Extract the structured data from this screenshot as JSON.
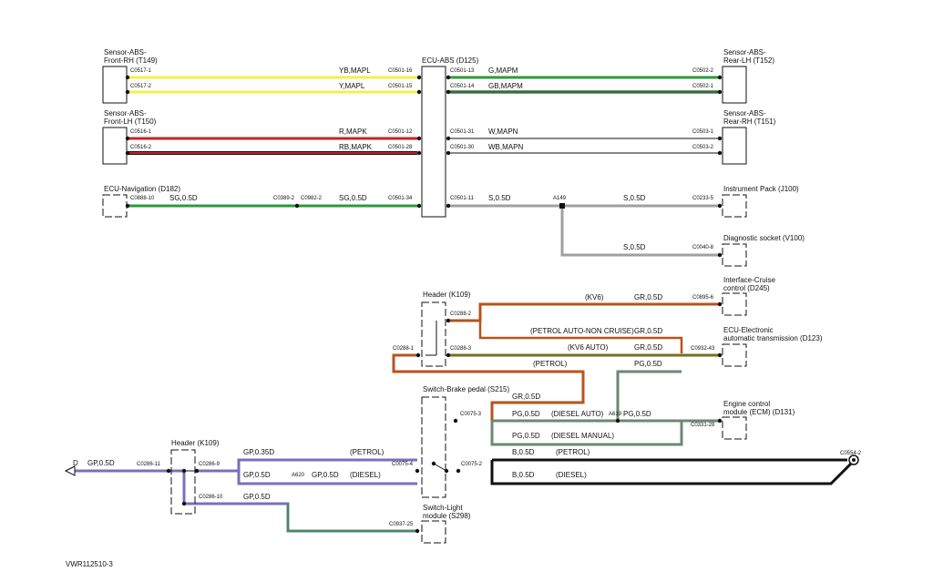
{
  "diagram_id": "VWR112510-3",
  "components": {
    "abs_front_rh": {
      "name_line1": "Sensor-ABS-",
      "name_line2": "Front-RH (T149)"
    },
    "abs_front_lh": {
      "name_line1": "Sensor-ABS-",
      "name_line2": "Front-LH (T150)"
    },
    "ecu_abs": {
      "name": "ECU-ABS (D125)"
    },
    "abs_rear_lh": {
      "name_line1": "Sensor-ABS-",
      "name_line2": "Rear-LH (T152)"
    },
    "abs_rear_rh": {
      "name_line1": "Sensor-ABS-",
      "name_line2": "Rear-RH (T151)"
    },
    "ecu_navigation": {
      "name": "ECU-Navigation (D182)"
    },
    "instrument_pack": {
      "name": "Instrument Pack (J100)"
    },
    "diagnostic_socket": {
      "name": "Diagnostic socket (V100)"
    },
    "header_k109_top": {
      "name": "Header (K109)"
    },
    "interface_cruise": {
      "name_line1": "Interface-Cruise",
      "name_line2": "control (D245)"
    },
    "ecu_electronic": {
      "name_line1": "ECU-Electronic",
      "name_line2": "automatic transmission (D123)"
    },
    "switch_brake": {
      "name": "Switch-Brake pedal (S215)"
    },
    "ecm": {
      "name_line1": "Engine control",
      "name_line2": "module (ECM) (D131)"
    },
    "header_k109_bottom": {
      "name": "Header (K109)"
    },
    "switch_light": {
      "name_line1": "Switch-Light",
      "name_line2": "module (S298)"
    }
  },
  "pins": {
    "c0517_1": "C0517-1",
    "c0517_2": "C0517-2",
    "c0516_1": "C0516-1",
    "c0516_2": "C0516-2",
    "c0888_10": "C0888-10",
    "c0389_2": "C0389-2",
    "c0982_2": "C0982-2",
    "c0501_16": "C0501-16",
    "c0501_15": "C0501-15",
    "c0501_12": "C0501-12",
    "c0501_28": "C0501-28",
    "c0501_34": "C0501-34",
    "c0501_13": "C0501-13",
    "c0501_14": "C0501-14",
    "c0501_31": "C0501-31",
    "c0501_30": "C0501-30",
    "c0501_11": "C0501-11",
    "c0502_2": "C0502-2",
    "c0502_1": "C0502-1",
    "c0503_1": "C0503-1",
    "c0503_2": "C0503-2",
    "c0233_5": "C0233-5",
    "c0040_8": "C0040-8",
    "c0895_6": "C0895-6",
    "c0288_2": "C0288-2",
    "c0288_1": "C0288-1",
    "c0288_3": "C0288-3",
    "c0932_43": "C0932-43",
    "c0075_3": "C0075-3",
    "c0331_28": "C0331-28",
    "c0286_11": "C0286-11",
    "c0286_9": "C0286-9",
    "c0286_10": "C0286-10",
    "c0075_4": "C0075-4",
    "c0075_2": "C0075-2",
    "c0554_2": "C0554-2",
    "c0937_25": "C0937-25",
    "a149": "A149",
    "a620": "A620",
    "a619": "A619"
  },
  "wires": {
    "yb_mapl": "YB,MAPL",
    "y_mapl": "Y,MAPL",
    "r_mapk": "R,MAPK",
    "rb_mapk": "RB,MAPK",
    "sg_05d_a": "SG,0.5D",
    "sg_05d_b": "SG,0.5D",
    "g_mapm": "G,MAPM",
    "gb_mapm": "GB,MAPM",
    "w_mapn": "W,MAPN",
    "wb_mapn": "WB,MAPN",
    "s_05d_a": "S,0.5D",
    "s_05d_b": "S,0.5D",
    "s_05d_c": "S,0.5D",
    "gr_05d_a": "GR,0.5D",
    "gr_05d_b": "GR,0.5D",
    "gr_05d_c": "GR,0.5D",
    "gr_05d_d": "GR,0.5D",
    "pg_05d_a": "PG,0.5D",
    "pg_05d_b": "PG,0.5D",
    "pg_05d_c": "PG,0.5D",
    "pg_05d_d": "PG,0.5D",
    "gp_05d_a": "GP,0.5D",
    "gp_035d": "GP,0.35D",
    "gp_05d_b": "GP,0.5D",
    "gp_05d_c": "GP,0.5D",
    "gp_05d_d": "GP,0.5D",
    "b_05d_a": "B,0.5D",
    "b_05d_b": "B,0.5D"
  },
  "notes": {
    "kv6": "(KV6)",
    "petrol_auto_non_cruise": "(PETROL AUTO-NON CRUISE)",
    "kv6_auto": "(KV6 AUTO)",
    "petrol_a": "(PETROL)",
    "diesel_auto": "(DIESEL AUTO)",
    "diesel_manual": "(DIESEL MANUAL)",
    "petrol_b": "(PETROL)",
    "diesel_b": "(DIESEL)",
    "petrol_c": "(PETROL)",
    "diesel_c": "(DIESEL)",
    "d_arrow": "D"
  },
  "colors": {
    "yellow": "#f5f04a",
    "red": "#c8202a",
    "green": "#2e9a3a",
    "black": "#111111",
    "grey": "#a0a0a0",
    "brown": "#b8531c",
    "olive": "#7a6d1e",
    "pg": "#6a8a70",
    "gp": "#7a70b8"
  }
}
